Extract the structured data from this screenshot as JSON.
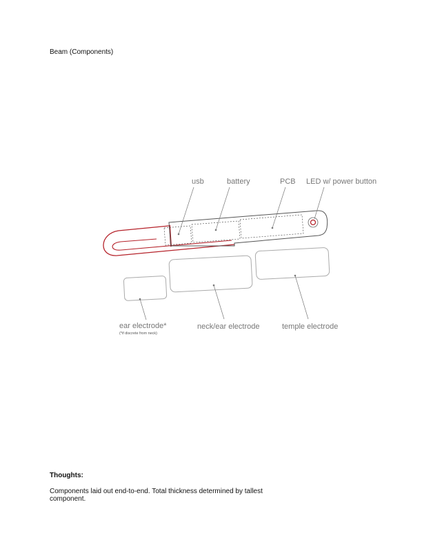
{
  "title": "Beam (Components)",
  "labels": {
    "usb": "usb",
    "battery": "battery",
    "pcb": "PCB",
    "led": "LED w/ power button",
    "ear": "ear electrode*",
    "ear_note": "(*if discrete from neck)",
    "neck": "neck/ear electrode",
    "temple": "temple electrode"
  },
  "colors": {
    "accent": "#b5222a",
    "outline": "#555555",
    "electrode": "#aaaaaa"
  },
  "thoughts": {
    "heading": "Thoughts:",
    "body": "Components laid out end-to-end. Total thickness determined by tallest component."
  }
}
